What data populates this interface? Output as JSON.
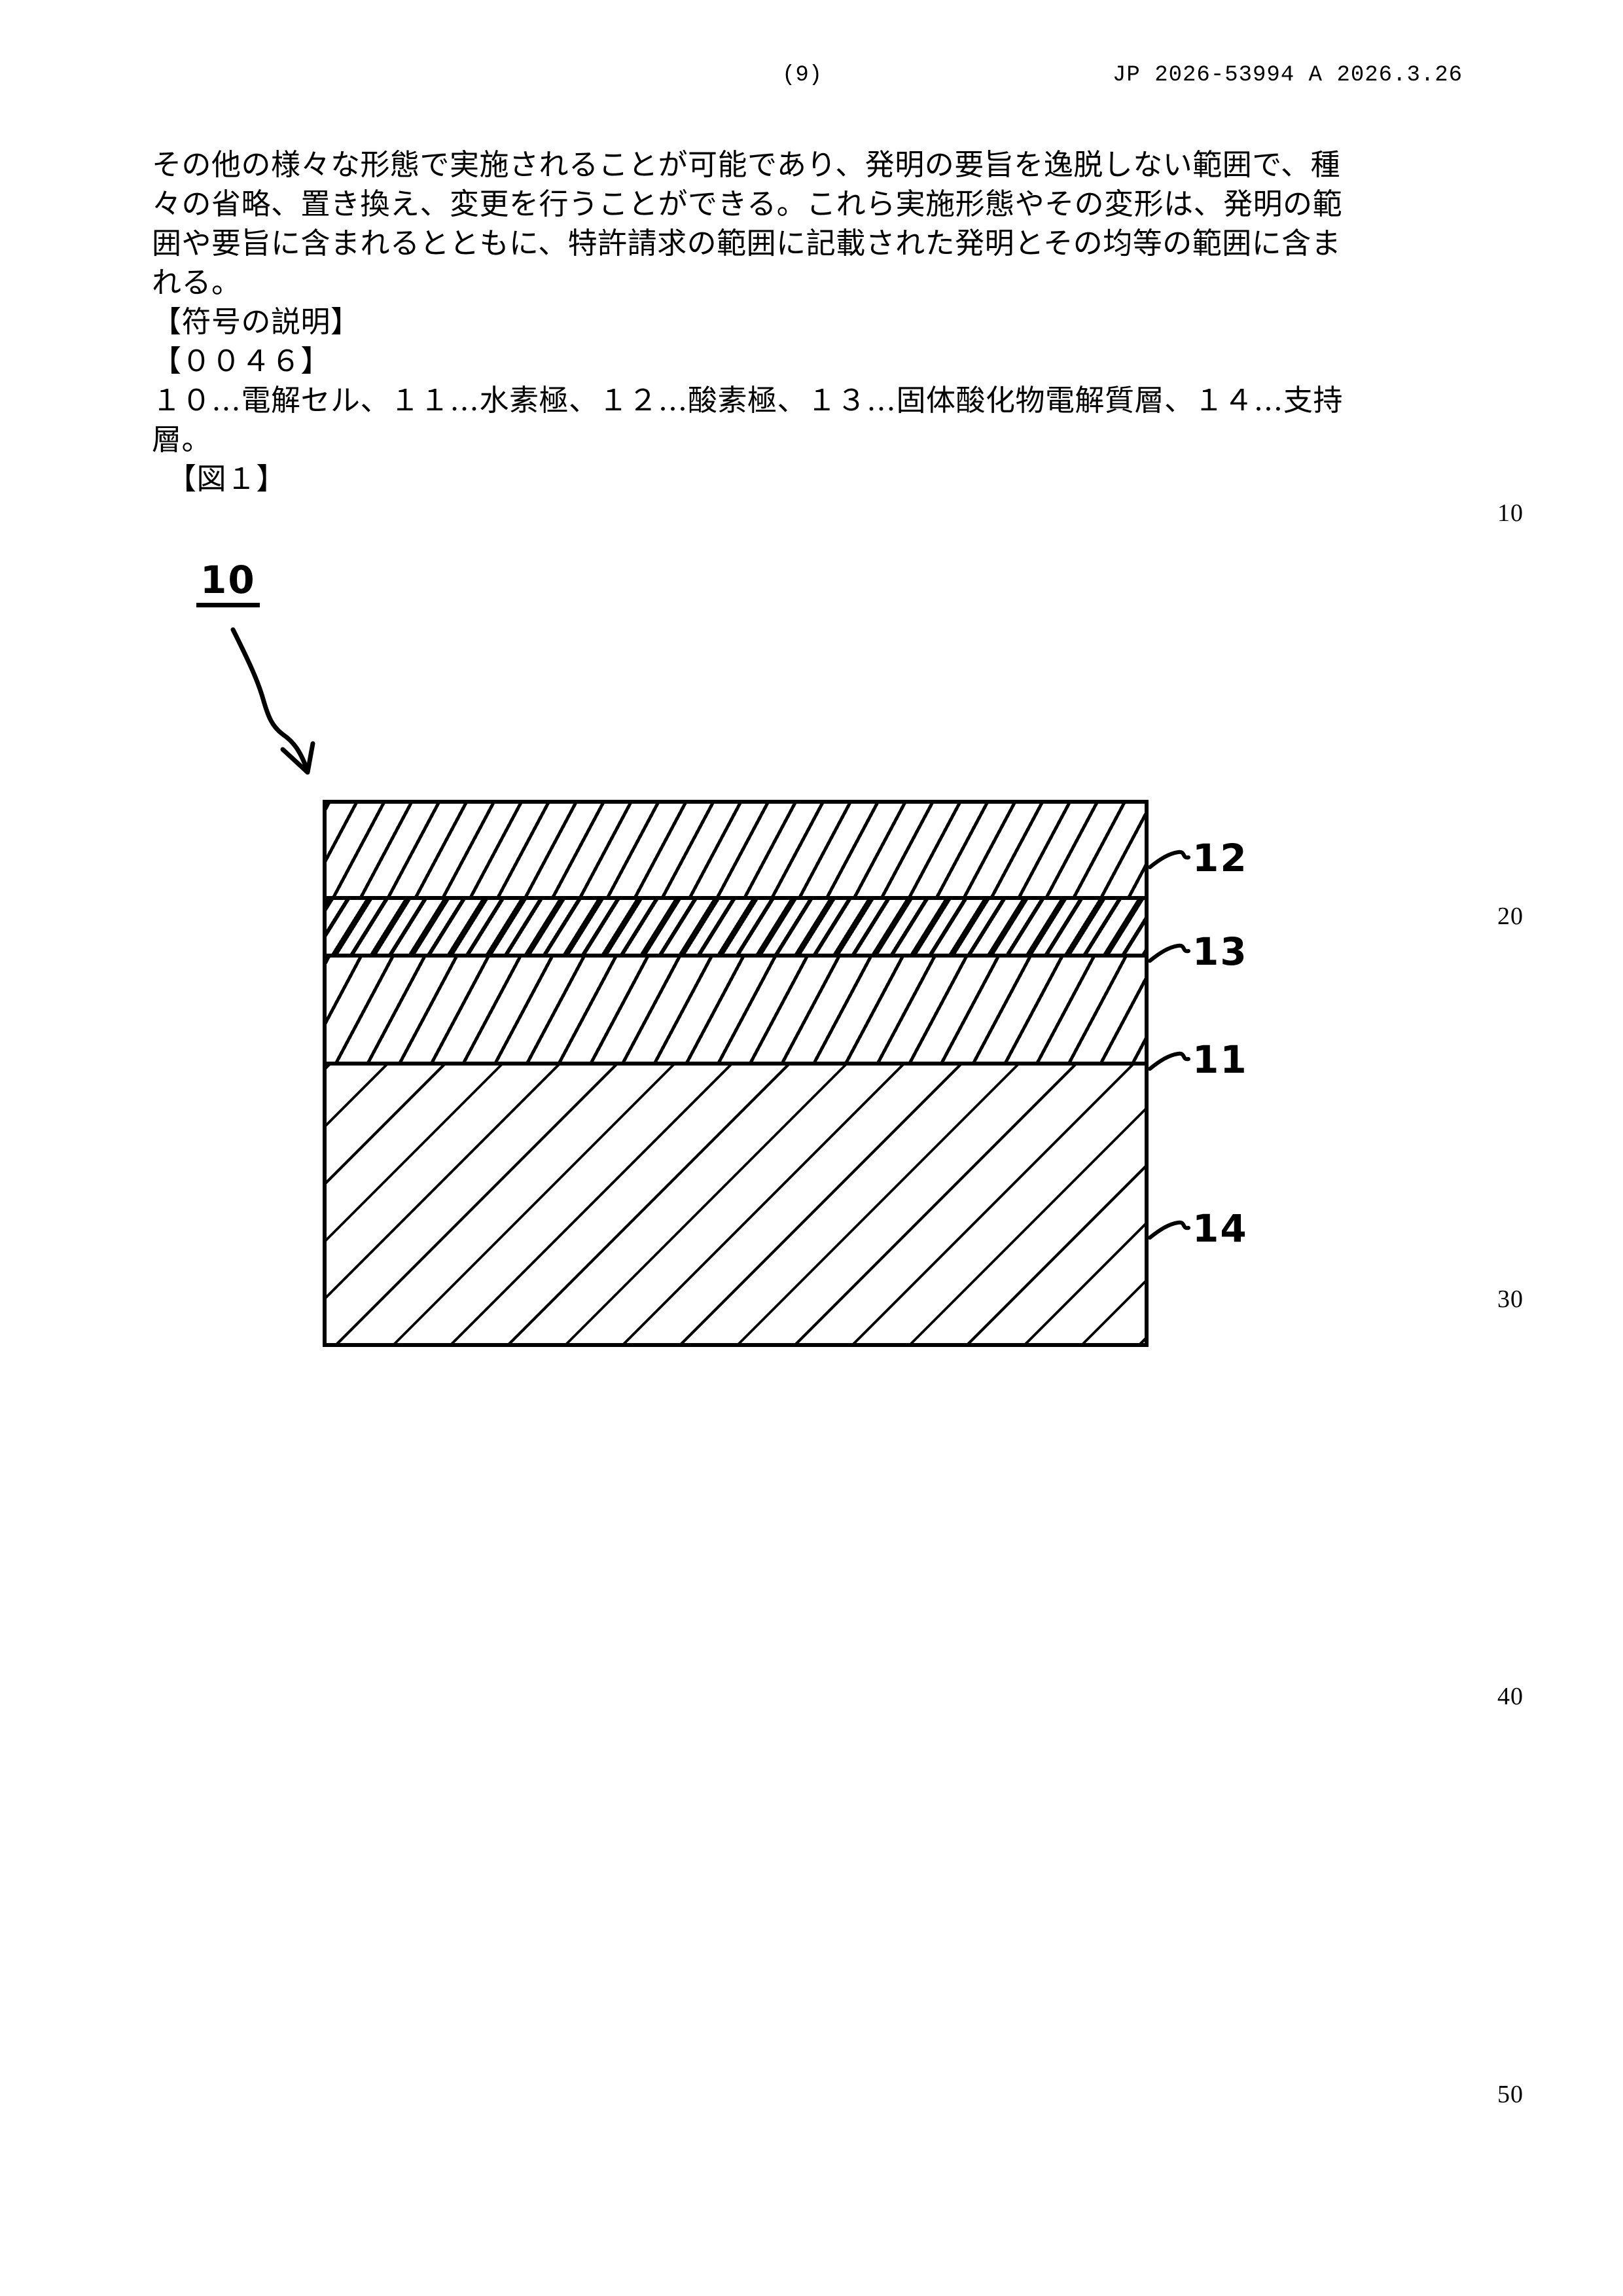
{
  "header": {
    "page_number": "(9)",
    "publication_id": "JP  2026-53994  A  2026.3.26"
  },
  "body": {
    "lines": [
      "その他の様々な形態で実施されることが可能であり、発明の要旨を逸脱しない範囲で、種",
      "々の省略、置き換え、変更を行うことができる。これら実施形態やその変形は、発明の範",
      "囲や要旨に含まれるとともに、特許請求の範囲に記載された発明とその均等の範囲に含ま",
      "れる。",
      "【符号の説明】",
      "【００４６】",
      "１０…電解セル、１１…水素極、１２…酸素極、１３…固体酸化物電解質層、１４…支持",
      "層。",
      "　【図１】"
    ]
  },
  "margin_line_numbers": [
    "10",
    "20",
    "30",
    "40",
    "50"
  ],
  "figure": {
    "figure_caption": "【図１】",
    "assembly_reference": "10",
    "layers": [
      {
        "id": "12",
        "callout": "12",
        "name": "oxygen-electrode"
      },
      {
        "id": "13",
        "callout": "13",
        "name": "solid-oxide-electrolyte-layer"
      },
      {
        "id": "11",
        "callout": "11",
        "name": "hydrogen-electrode"
      },
      {
        "id": "14",
        "callout": "14",
        "name": "support-layer"
      }
    ]
  },
  "legend": {
    "title": "【符号の説明】",
    "paragraph_number": "【００４６】",
    "entries": [
      {
        "number": "１０",
        "label": "電解セル"
      },
      {
        "number": "１１",
        "label": "水素極"
      },
      {
        "number": "１２",
        "label": "酸素極"
      },
      {
        "number": "１３",
        "label": "固体酸化物電解質層"
      },
      {
        "number": "１４",
        "label": "支持層"
      }
    ]
  },
  "colors": {
    "ink": "#000000",
    "paper": "#ffffff"
  }
}
